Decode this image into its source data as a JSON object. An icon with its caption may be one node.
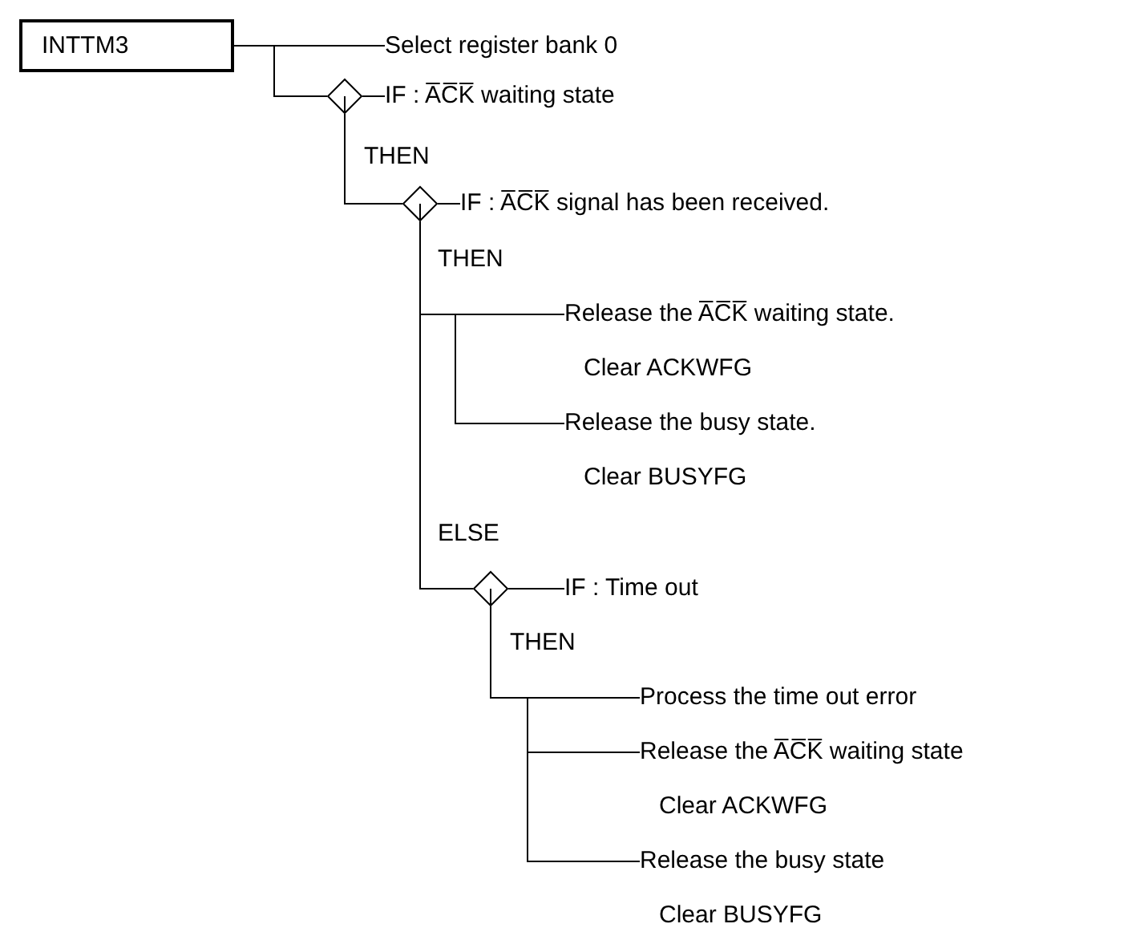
{
  "diagram": {
    "nodes": [
      {
        "text": [
          "INTTM3"
        ]
      },
      {
        "text": [
          "Select register bank 0"
        ]
      },
      {
        "text": [],
        "shape": "diamond"
      },
      {
        "text": [
          "IF : A̅C̅K̅ waiting state"
        ]
      },
      {
        "text": [],
        "shape": "diamond"
      },
      {
        "text": [
          "IF : A̅C̅K̅ signal has been received."
        ]
      },
      {
        "text": [
          "Release the A̅C̅K̅ waiting state.",
          "Clear ACKWFG"
        ]
      },
      {
        "text": [
          "Release the busy state.",
          "Clear BUSYFG"
        ]
      },
      {
        "text": [],
        "shape": "diamond"
      },
      {
        "text": [
          "IF : Time out"
        ]
      },
      {
        "text": [
          "Process the time out error"
        ]
      },
      {
        "text": [
          "Release the A̅C̅K̅ waiting state",
          "Clear ACKWFG"
        ]
      },
      {
        "text": [
          "Release the busy state",
          "Clear BUSYFG"
        ]
      }
    ],
    "edges": [
      {
        "from": 0,
        "to": 1,
        "arrow": "none"
      },
      {
        "from": 0,
        "to": 2,
        "arrow": "none"
      },
      {
        "from": 2,
        "to": 3,
        "arrow": "none"
      },
      {
        "from": 2,
        "to": 4,
        "arrow": "none"
      },
      {
        "from": 4,
        "to": 5,
        "arrow": "none"
      },
      {
        "from": 4,
        "to": 6,
        "arrow": "none"
      },
      {
        "from": 4,
        "to": 7,
        "arrow": "none"
      },
      {
        "from": 4,
        "to": 8,
        "arrow": "none"
      },
      {
        "from": 8,
        "to": 9,
        "arrow": "none"
      },
      {
        "from": 8,
        "to": 10,
        "arrow": "none"
      },
      {
        "from": 8,
        "to": 11,
        "arrow": "none"
      },
      {
        "from": 8,
        "to": 12,
        "arrow": "none"
      }
    ],
    "labels": [
      "THEN",
      "THEN",
      "ELSE",
      "THEN"
    ]
  }
}
